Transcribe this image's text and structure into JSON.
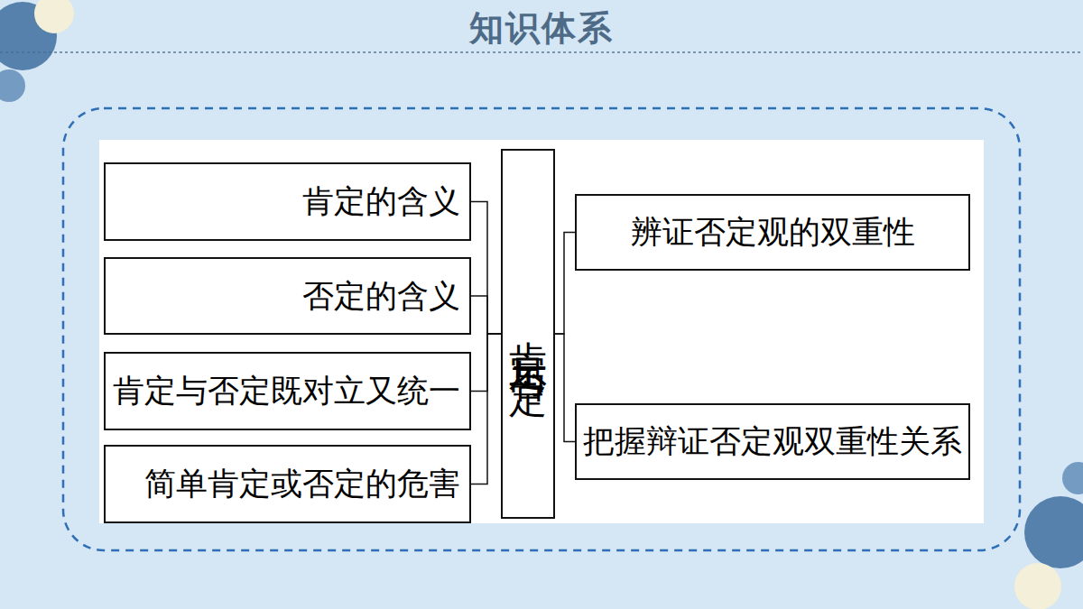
{
  "diagram": {
    "title": "知识体系",
    "nodes": [
      {
        "text": [
          "肯定的含义"
        ]
      },
      {
        "text": [
          "否定的含义"
        ]
      },
      {
        "text": [
          "肯定与否定既对立又统一"
        ]
      },
      {
        "text": [
          "简单肯定或否定的危害"
        ]
      },
      {
        "text": [
          "肯定与否定"
        ]
      },
      {
        "text": [
          "辨证否定观的双重性"
        ]
      },
      {
        "text": [
          "把握辩证否定观双重性关系"
        ]
      }
    ],
    "edges": [
      {
        "from": 4,
        "to": 0,
        "arrow": "none"
      },
      {
        "from": 4,
        "to": 1,
        "arrow": "none"
      },
      {
        "from": 4,
        "to": 2,
        "arrow": "none"
      },
      {
        "from": 4,
        "to": 3,
        "arrow": "none"
      },
      {
        "from": 4,
        "to": 5,
        "arrow": "none"
      },
      {
        "from": 4,
        "to": 6,
        "arrow": "none"
      }
    ]
  }
}
